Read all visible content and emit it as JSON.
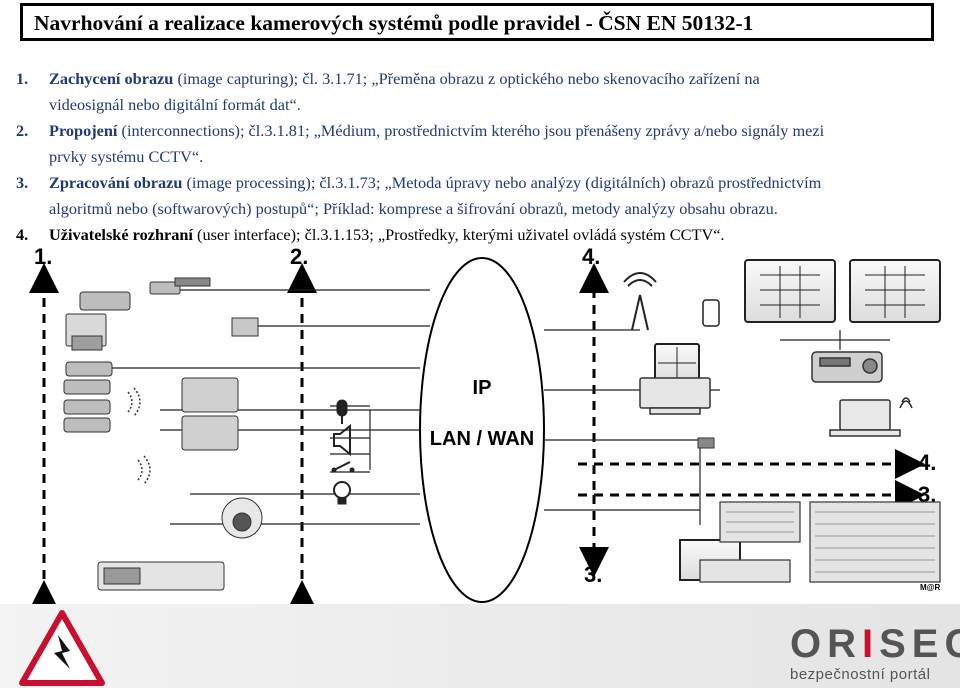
{
  "title": "Navrhování a realizace kamerových systémů podle pravidel - ČSN EN 50132-1",
  "items": [
    {
      "num": "1.",
      "term": "Zachycení obrazu",
      "rest_line1": " (image capturing); čl. 3.1.71; „Přeměna obrazu z optického nebo skenovacího zařízení na",
      "line2": "videosignál nebo digitální formát dat“."
    },
    {
      "num": "2.",
      "term": "Propojení",
      "rest_line1": " (interconnections); čl.3.1.81; „Médium, prostřednictvím kterého jsou přenášeny zprávy a/nebo signály mezi",
      "line2": "prvky systému CCTV“."
    },
    {
      "num": "3.",
      "term": "Zpracování obrazu",
      "rest_line1": " (image processing); čl.3.1.73; „Metoda úpravy nebo analýzy (digitálních) obrazů prostřednictvím",
      "line2": "algoritmů nebo (softwarových) postupů“; Příklad: komprese a šifrování obrazů, metody analýzy obsahu obrazu."
    },
    {
      "num": "4.",
      "term": "Uživatelské rozhraní",
      "rest_line1": " (user interface); čl.3.1.153; „Prostředky, kterými uživatel ovládá systém CCTV“."
    }
  ],
  "diagram": {
    "label_1": "1.",
    "label_2": "2.",
    "label_4_top": "4.",
    "label_4_right": "4.",
    "label_3_right": "3.",
    "label_3_bottom": "3.",
    "ellipse_line1": "IP",
    "ellipse_line2": "LAN / WAN",
    "credit": "M@R"
  },
  "footer": {
    "logo_main_left": "OR",
    "logo_main_red": "I",
    "logo_main_right": "SEC",
    "logo_sub": "bezpečnostní portál"
  }
}
